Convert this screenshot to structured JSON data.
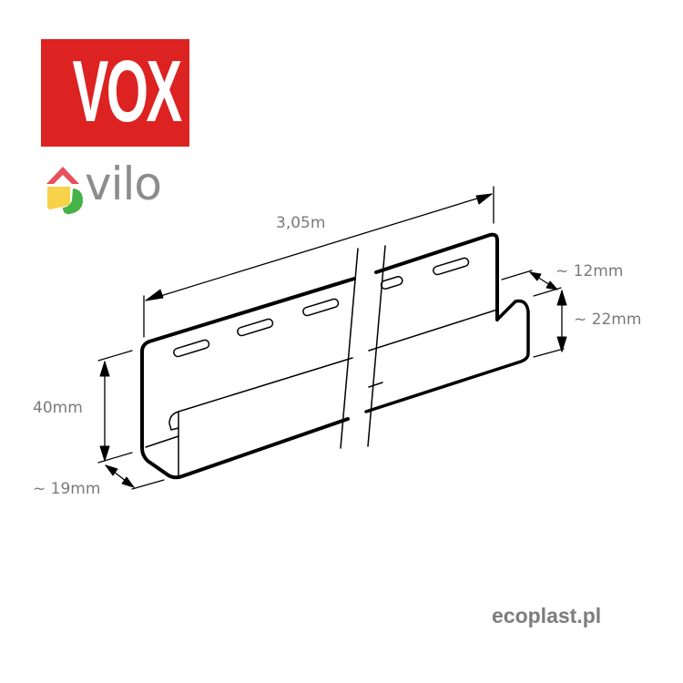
{
  "logos": {
    "vox": {
      "text": "VOX",
      "background": "#dc2322",
      "color": "#ffffff"
    },
    "vilo": {
      "text": "vilo",
      "color": "#8c8c8e",
      "house_colors": {
        "roof": "#e8505b",
        "left": "#f7d24a",
        "right": "#45b347"
      }
    }
  },
  "diagram": {
    "subject": "J-channel profile",
    "dimensions": {
      "length": "3,05m",
      "height": "40mm",
      "depth": "~ 19mm",
      "flange": "~ 12mm",
      "lip_height": "~ 22mm"
    },
    "line_color": "#000000",
    "label_color": "#7a7a7a"
  },
  "footer": {
    "website": "ecoplast.pl"
  }
}
